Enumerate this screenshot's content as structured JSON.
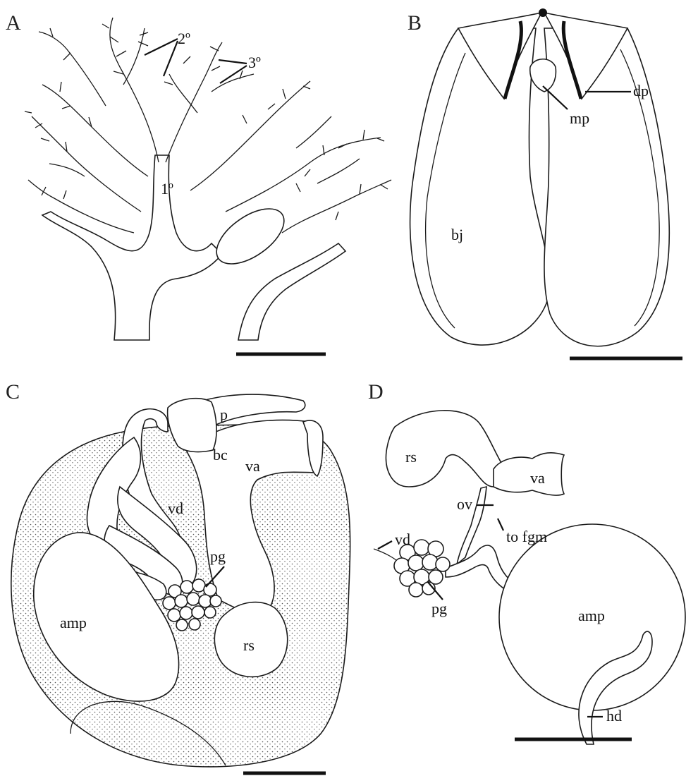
{
  "panels": {
    "A": {
      "letter": "A",
      "labels": {
        "primary": "1º",
        "secondary": "2º",
        "tertiary": "3º"
      }
    },
    "B": {
      "letter": "B",
      "labels": {
        "bj": "bj",
        "mp": "mp",
        "dp": "dp"
      }
    },
    "C": {
      "letter": "C",
      "labels": {
        "p": "p",
        "bc": "bc",
        "va": "va",
        "vd": "vd",
        "pg": "pg",
        "amp": "amp",
        "rs": "rs"
      }
    },
    "D": {
      "letter": "D",
      "labels": {
        "rs": "rs",
        "va": "va",
        "ov": "ov",
        "vd": "vd",
        "to_fgm": "to fgm",
        "pg": "pg",
        "amp": "amp",
        "hd": "hd"
      }
    }
  },
  "colors": {
    "ink": "#1a1a1a",
    "stipple": "#555555",
    "background": "#ffffff"
  }
}
